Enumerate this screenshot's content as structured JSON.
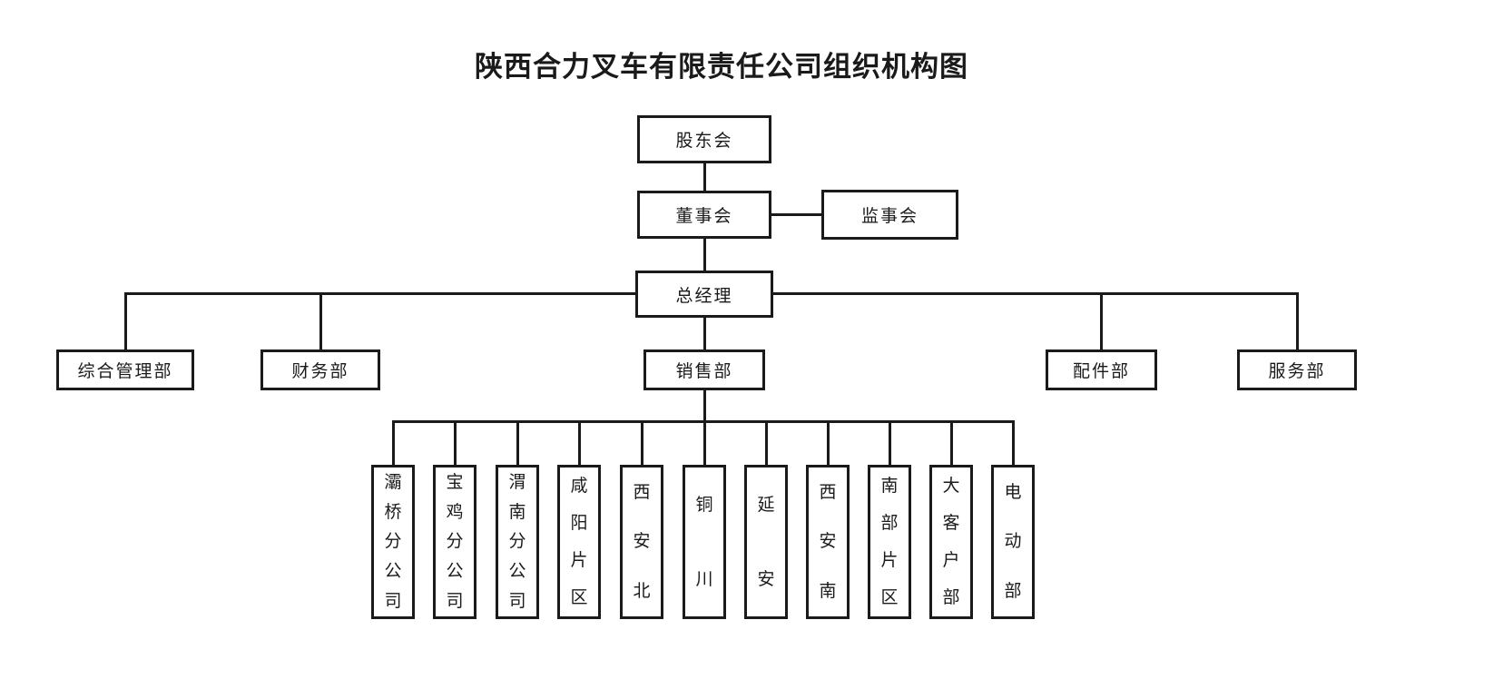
{
  "title": "陕西合力叉车有限责任公司组织机构图",
  "nodes": {
    "shareholders": "股东会",
    "board": "董事会",
    "supervisory": "监事会",
    "general_manager": "总经理"
  },
  "departments": [
    "综合管理部",
    "财务部",
    "销售部",
    "配件部",
    "服务部"
  ],
  "branches": [
    "灞桥分公司",
    "宝鸡分公司",
    "渭南分公司",
    "咸阳片区",
    "西安北",
    "铜川",
    "延安",
    "西安南",
    "南部片区",
    "大客户部",
    "电动部"
  ],
  "colors": {
    "line": "#1a1a1a",
    "background": "#ffffff"
  }
}
